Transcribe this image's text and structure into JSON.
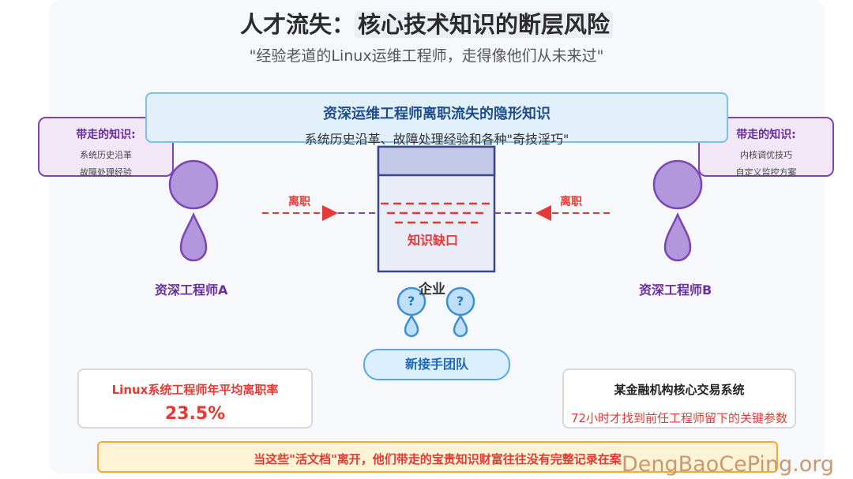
{
  "title_prefix": "人才流失：",
  "title_highlight": "核心技术知识的断层风险",
  "subtitle": "\"经验老道的Linux运维工程师，走得像他们从未来过\"",
  "banner": {
    "title": "资深运维工程师离职流失的隐形知识",
    "desc": "系统历史沿革、故障处理经验和各种\"奇技淫巧\""
  },
  "engineer_a": {
    "name": "资深工程师A",
    "take_title": "带走的知识:",
    "take_items": [
      "系统历史沿革",
      "故障处理经验"
    ],
    "action": "离职"
  },
  "engineer_b": {
    "name": "资深工程师B",
    "take_title": "带走的知识:",
    "take_items": [
      "内核调优技巧",
      "自定义监控方案"
    ],
    "action": "离职"
  },
  "enterprise": {
    "label": "企业",
    "gap_label": "知识缺口"
  },
  "newteam": {
    "label": "新接手团队",
    "question_mark": "?"
  },
  "stat": {
    "label": "Linux系统工程师年平均离职率",
    "value": "23.5%"
  },
  "case": {
    "title": "某金融机构核心交易系统",
    "desc": "72小时才找到前任工程师留下的关键参数"
  },
  "footer": "当这些\"活文档\"离开，他们带走的宝贵知识财富往往没有完整记录在案",
  "watermark": "DengBaoCePing.org",
  "colors": {
    "purple": "#7b45b6",
    "purple_fill": "#b397dd",
    "red": "#e53935",
    "blue": "#5aa7e6",
    "navy": "#3a478f",
    "enterprise_fill": "#eaecf7",
    "enterprise_top": "#c4c9e8"
  }
}
